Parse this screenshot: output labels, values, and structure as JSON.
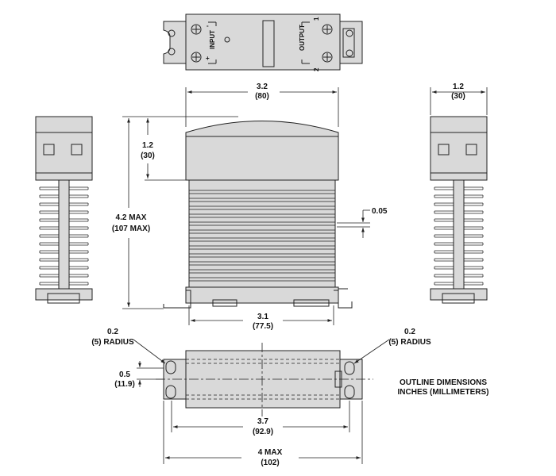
{
  "top_view": {
    "input_label": "INPUT",
    "output_label": "OUTPUT",
    "plus_sign": "+",
    "minus_sign": "-",
    "terminal_1": "1",
    "terminal_2": "2"
  },
  "dimensions": {
    "width_top": {
      "inches": "3.2",
      "mm": "(80)"
    },
    "side_width": {
      "inches": "1.2",
      "mm": "(30)"
    },
    "cover_height": {
      "inches": "1.2",
      "mm": "(30)"
    },
    "total_height": {
      "inches": "4.2 MAX",
      "mm": "(107 MAX)"
    },
    "fin_pitch": {
      "inches": "0.05"
    },
    "base_width": {
      "inches": "3.1",
      "mm": "(77.5)"
    },
    "radius_left": {
      "inches": "0.2",
      "mm": "(5) RADIUS"
    },
    "radius_right": {
      "inches": "0.2",
      "mm": "(5) RADIUS"
    },
    "slot_offset": {
      "inches": "0.5",
      "mm": "(11.9)"
    },
    "mounting_span": {
      "inches": "3.7",
      "mm": "(92.9)"
    },
    "overall_length": {
      "inches": "4 MAX",
      "mm": "(102)"
    }
  },
  "note": {
    "line1": "OUTLINE DIMENSIONS",
    "line2": "INCHES (MILLIMETERS)"
  }
}
